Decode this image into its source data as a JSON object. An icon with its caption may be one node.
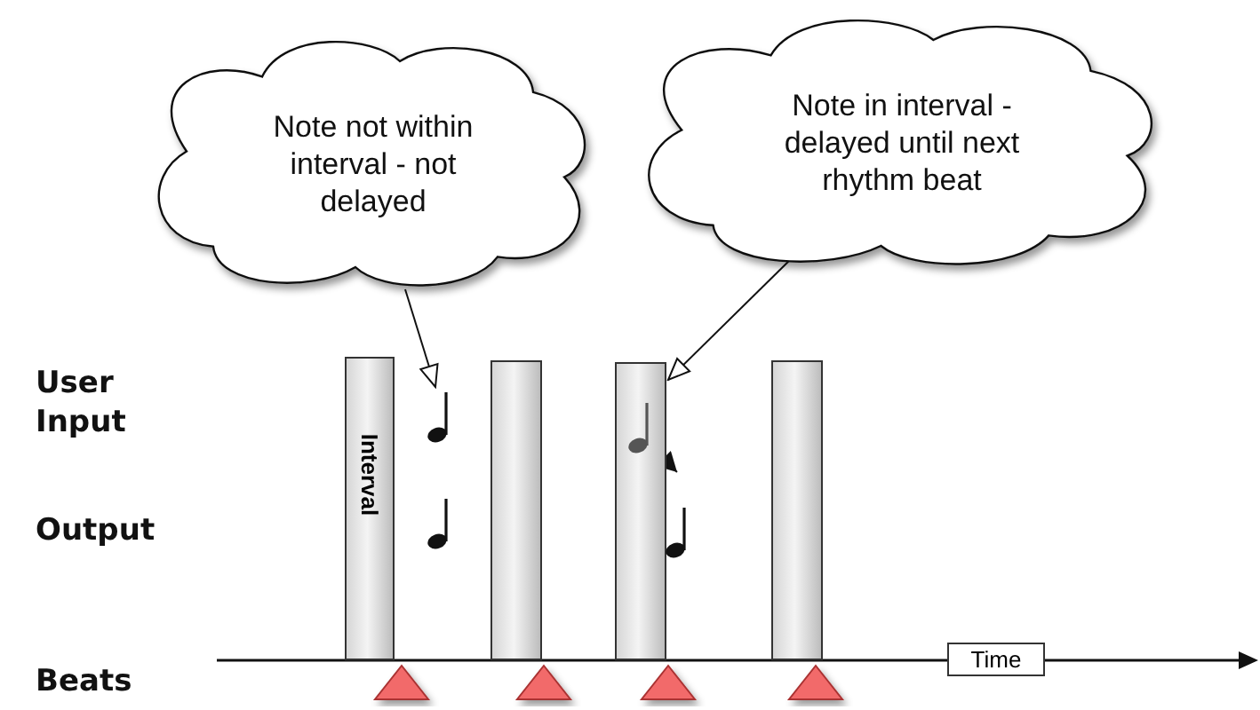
{
  "diagram": {
    "nodes": [
      {
        "text": [
          "Note not within interval -  not delayed"
        ]
      },
      {
        "text": [
          "Note in interval - delayed until next rhythm beat"
        ]
      },
      {
        "text": [
          "Interval"
        ]
      },
      {
        "text": [],
        "shape": "bar"
      },
      {
        "text": [],
        "shape": "bar"
      },
      {
        "text": [],
        "shape": "bar"
      },
      {
        "text": [],
        "shape": "note"
      },
      {
        "text": [],
        "shape": "note"
      },
      {
        "text": [],
        "shape": "note",
        "in": 4
      },
      {
        "text": [],
        "shape": "note"
      },
      {
        "text": [
          "Time"
        ]
      }
    ],
    "edges": [
      {
        "from": 0,
        "to": 6,
        "arrow": "to"
      },
      {
        "from": 1,
        "to": 4,
        "arrow": "to"
      },
      {
        "from": 8,
        "to": 9,
        "arrow": "to"
      }
    ],
    "labels": [
      "User Input",
      "Output",
      "Beats"
    ]
  }
}
